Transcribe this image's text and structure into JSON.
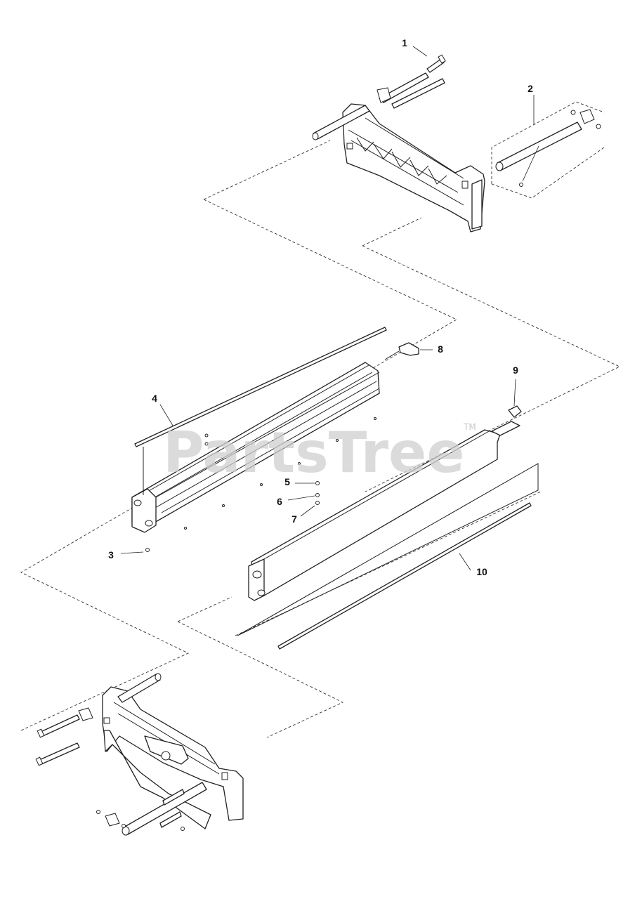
{
  "watermark": {
    "text": "PartsTree",
    "trademark": "TM"
  },
  "callouts": [
    {
      "id": "c1",
      "label": "1"
    },
    {
      "id": "c2",
      "label": "2"
    },
    {
      "id": "c3",
      "label": "3"
    },
    {
      "id": "c4",
      "label": "4"
    },
    {
      "id": "c5",
      "label": "5"
    },
    {
      "id": "c6",
      "label": "6"
    },
    {
      "id": "c7",
      "label": "7"
    },
    {
      "id": "c8",
      "label": "8"
    },
    {
      "id": "c9",
      "label": "9"
    },
    {
      "id": "c10",
      "label": "10"
    }
  ],
  "colors": {
    "line": "#222222",
    "watermark": "#cfcfcf",
    "background": "#ffffff"
  }
}
